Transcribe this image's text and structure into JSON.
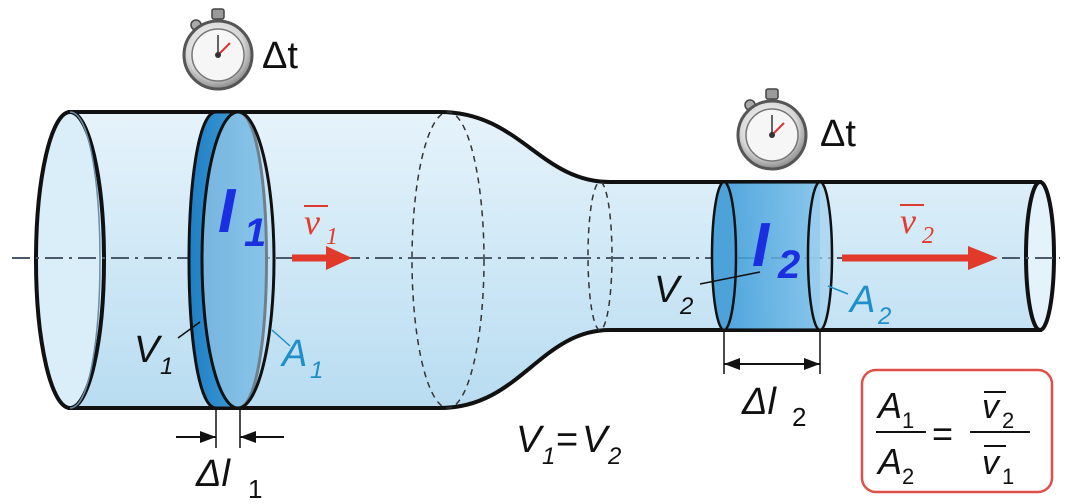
{
  "colors": {
    "tube_fill": "#cfe8f6",
    "tube_stroke": "#111111",
    "slab_dark": "#2f8fd0",
    "slab_mid": "#5aaee0",
    "arrow_red": "#e23a2a",
    "label_blue": "#1f8fc9",
    "I_blue": "#1a2fe0",
    "formula_border": "#e0504a"
  },
  "icons": [
    "stopwatch-icon",
    "stopwatch-icon"
  ],
  "labels": {
    "dt_1": "Δt",
    "dt_2": "Δt",
    "I1_main": "I",
    "I1_sub": "1",
    "I2_main": "I",
    "I2_sub": "2",
    "v1_main": "v",
    "v1_sub": "1",
    "v2_main": "v",
    "v2_sub": "2",
    "V1_main": "V",
    "V1_sub": "1",
    "V2_main": "V",
    "V2_sub": "2",
    "A1_main": "A",
    "A1_sub": "1",
    "A2_main": "A",
    "A2_sub": "2",
    "dl1_main": "Δl",
    "dl1_sub": "1",
    "dl2_main": "Δl",
    "dl2_sub": "2",
    "eq_left_main": "V",
    "eq_left_sub": "1",
    "eq_sign": "=",
    "eq_right_main": "V",
    "eq_right_sub": "2"
  },
  "formula": {
    "num_left_main": "A",
    "num_left_sub": "1",
    "den_left_main": "A",
    "den_left_sub": "2",
    "equals": "=",
    "num_right_main": "v",
    "num_right_sub": "2",
    "den_right_main": "v",
    "den_right_sub": "1"
  }
}
